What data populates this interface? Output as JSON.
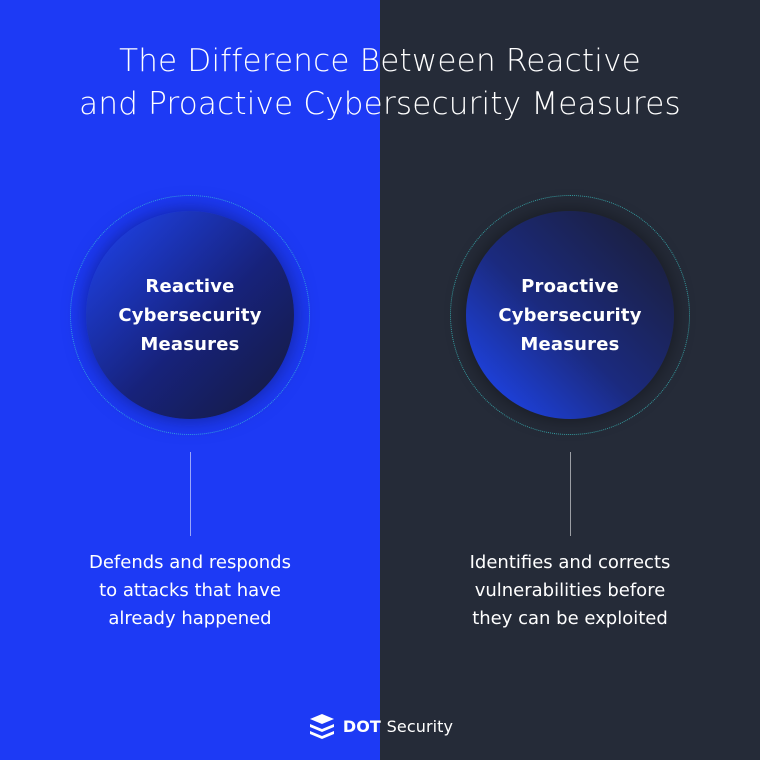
{
  "title": {
    "line1": "The Difference Between Reactive",
    "line2": "and Proactive Cybersecurity Measures"
  },
  "reactive": {
    "label_lines": [
      "Reactive",
      "Cybersecurity",
      "Measures"
    ],
    "description_lines": [
      "Defends and responds",
      "to attacks that have",
      "already happened"
    ]
  },
  "proactive": {
    "label_lines": [
      "Proactive",
      "Cybersecurity",
      "Measures"
    ],
    "description_lines": [
      "Identifies and corrects",
      "vulnerabilities before",
      "they can be exploited"
    ]
  },
  "brand": {
    "name_bold": "DOT",
    "name_light": "Security",
    "icon": "stacked-layers-logo-icon"
  },
  "colors": {
    "left_bg": "#1d3af5",
    "right_bg": "#252b38",
    "ring": "#40dcdc",
    "text": "#ffffff"
  }
}
